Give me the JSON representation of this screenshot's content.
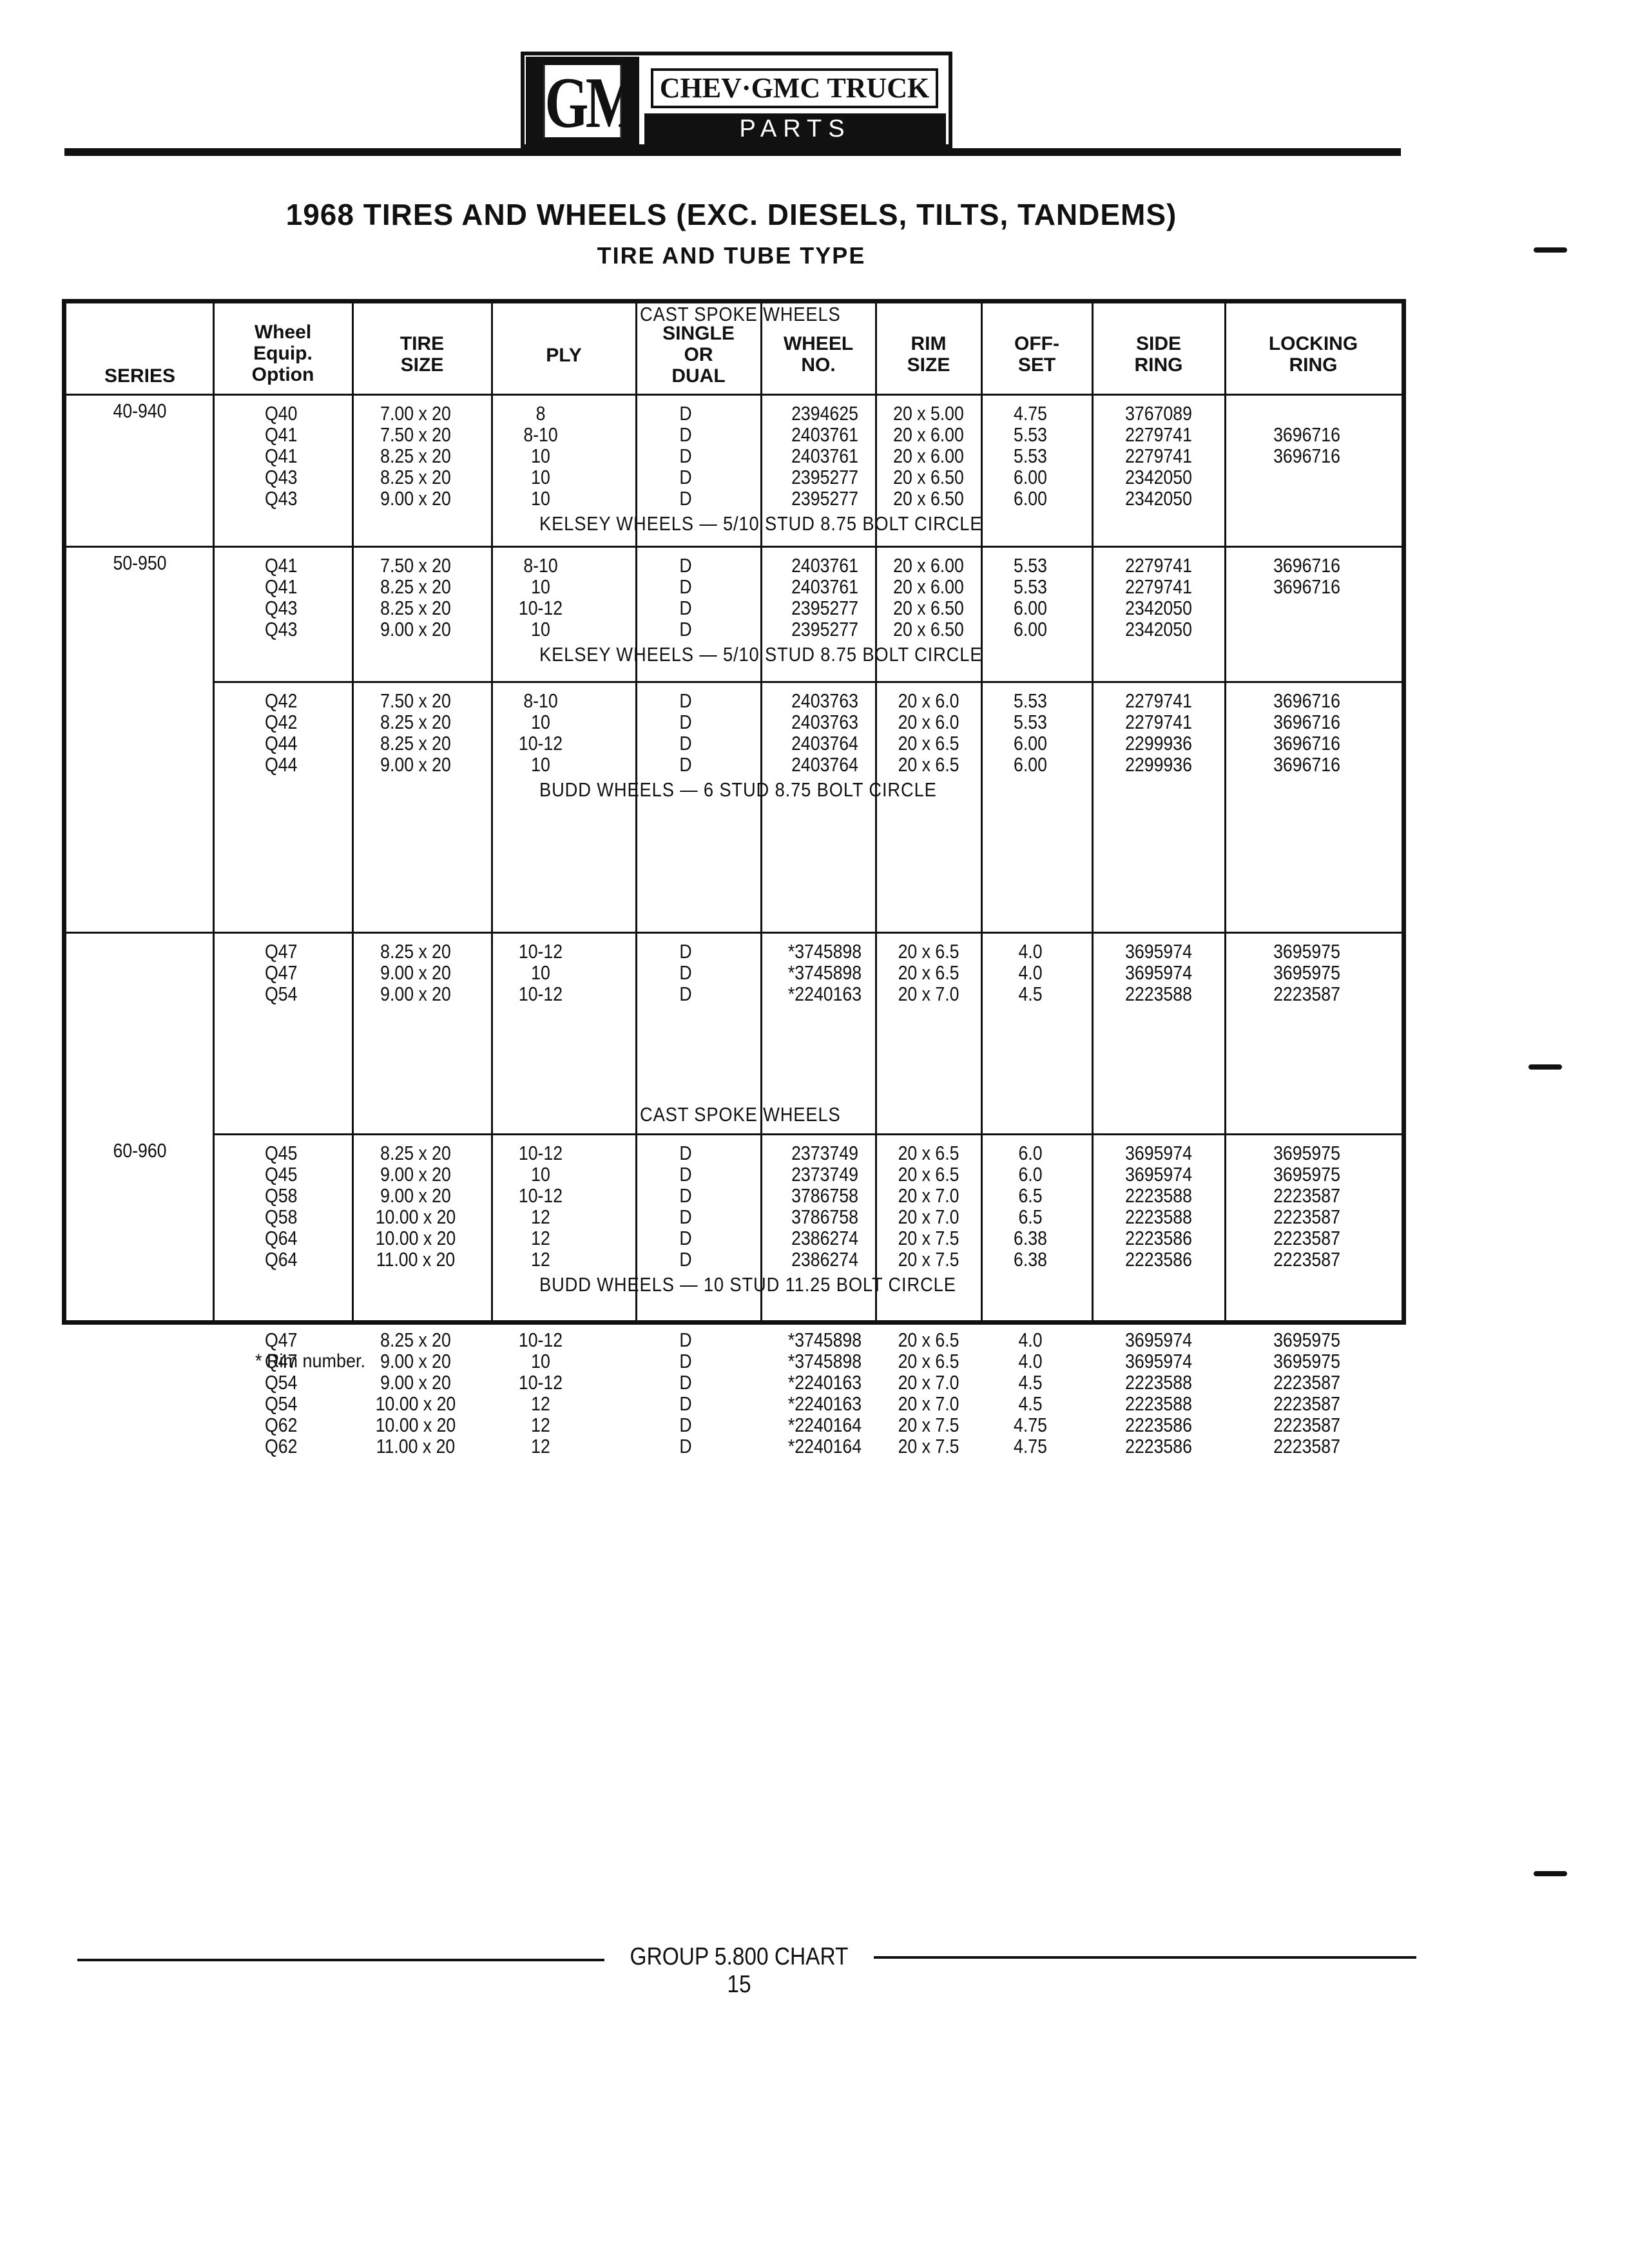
{
  "header": {
    "logo_text": "GM",
    "brand_title": "CHEV·GMC TRUCK",
    "brand_subtitle": "PARTS CATALOGUE"
  },
  "title": "1968 TIRES AND WHEELS (EXC. DIESELS, TILTS, TANDEMS)",
  "subtitle": "TIRE AND TUBE TYPE",
  "table": {
    "headers": [
      "SERIES",
      "Wheel Equip. Option",
      "TIRE SIZE",
      "PLY",
      "SINGLE OR DUAL",
      "WHEEL NO.",
      "RIM SIZE",
      "OFF-SET",
      "SIDE RING",
      "LOCKING RING"
    ],
    "groups": [
      {
        "series": "40-940",
        "rows": [
          [
            "Q40",
            "7.00 x 20",
            "8",
            "D",
            "2394625",
            "20 x 5.00",
            "4.75",
            "3767089",
            ""
          ],
          [
            "Q41",
            "7.50 x 20",
            "8-10",
            "D",
            "2403761",
            "20 x 6.00",
            "5.53",
            "2279741",
            "3696716"
          ],
          [
            "Q41",
            "8.25 x 20",
            "10",
            "D",
            "2403761",
            "20 x 6.00",
            "5.53",
            "2279741",
            "3696716"
          ],
          [
            "Q43",
            "8.25 x 20",
            "10",
            "D",
            "2395277",
            "20 x 6.50",
            "6.00",
            "2342050",
            ""
          ],
          [
            "Q43",
            "9.00 x 20",
            "10",
            "D",
            "2395277",
            "20 x 6.50",
            "6.00",
            "2342050",
            ""
          ]
        ],
        "note": "KELSEY WHEELS — 5/10 STUD 8.75 BOLT CIRCLE"
      },
      {
        "series": "50-950",
        "rows": [
          [
            "Q41",
            "7.50 x 20",
            "8-10",
            "D",
            "2403761",
            "20 x 6.00",
            "5.53",
            "2279741",
            "3696716"
          ],
          [
            "Q41",
            "8.25 x 20",
            "10",
            "D",
            "2403761",
            "20 x 6.00",
            "5.53",
            "2279741",
            "3696716"
          ],
          [
            "Q43",
            "8.25 x 20",
            "10-12",
            "D",
            "2395277",
            "20 x 6.50",
            "6.00",
            "2342050",
            ""
          ],
          [
            "Q43",
            "9.00 x 20",
            "10",
            "D",
            "2395277",
            "20 x 6.50",
            "6.00",
            "2342050",
            ""
          ]
        ],
        "note": "KELSEY WHEELS — 5/10 STUD 8.75 BOLT CIRCLE"
      },
      {
        "series": "",
        "rows": [
          [
            "Q42",
            "7.50 x 20",
            "8-10",
            "D",
            "2403763",
            "20 x 6.0",
            "5.53",
            "2279741",
            "3696716"
          ],
          [
            "Q42",
            "8.25 x 20",
            "10",
            "D",
            "2403763",
            "20 x 6.0",
            "5.53",
            "2279741",
            "3696716"
          ],
          [
            "Q44",
            "8.25 x 20",
            "10-12",
            "D",
            "2403764",
            "20 x 6.5",
            "6.00",
            "2299936",
            "3696716"
          ],
          [
            "Q44",
            "9.00 x 20",
            "10",
            "D",
            "2403764",
            "20 x 6.5",
            "6.00",
            "2299936",
            "3696716"
          ]
        ],
        "note": "BUDD WHEELS — 6 STUD 8.75 BOLT CIRCLE"
      },
      {
        "series": "",
        "rows": [
          [
            "Q47",
            "8.25 x 20",
            "10-12",
            "D",
            "*3745898",
            "20 x 6.5",
            "4.0",
            "3695974",
            "3695975"
          ],
          [
            "Q47",
            "9.00 x 20",
            "10",
            "D",
            "*3745898",
            "20 x 6.5",
            "4.0",
            "3695974",
            "3695975"
          ],
          [
            "Q54",
            "9.00 x 20",
            "10-12",
            "D",
            "*2240163",
            "20 x 7.0",
            "4.5",
            "2223588",
            "2223587"
          ]
        ],
        "note": "CAST SPOKE WHEELS"
      },
      {
        "series": "60-960",
        "rows": [
          [
            "Q45",
            "8.25 x 20",
            "10-12",
            "D",
            "2373749",
            "20 x 6.5",
            "6.0",
            "3695974",
            "3695975"
          ],
          [
            "Q45",
            "9.00 x 20",
            "10",
            "D",
            "2373749",
            "20 x 6.5",
            "6.0",
            "3695974",
            "3695975"
          ],
          [
            "Q58",
            "9.00 x 20",
            "10-12",
            "D",
            "3786758",
            "20 x 7.0",
            "6.5",
            "2223588",
            "2223587"
          ],
          [
            "Q58",
            "10.00 x 20",
            "12",
            "D",
            "3786758",
            "20 x 7.0",
            "6.5",
            "2223588",
            "2223587"
          ],
          [
            "Q64",
            "10.00 x 20",
            "12",
            "D",
            "2386274",
            "20 x 7.5",
            "6.38",
            "2223586",
            "2223587"
          ],
          [
            "Q64",
            "11.00 x 20",
            "12",
            "D",
            "2386274",
            "20 x 7.5",
            "6.38",
            "2223586",
            "2223587"
          ]
        ],
        "note": "BUDD WHEELS — 10 STUD 11.25 BOLT CIRCLE"
      },
      {
        "series": "",
        "rows": [
          [
            "Q47",
            "8.25 x 20",
            "10-12",
            "D",
            "*3745898",
            "20 x 6.5",
            "4.0",
            "3695974",
            "3695975"
          ],
          [
            "Q47",
            "9.00 x 20",
            "10",
            "D",
            "*3745898",
            "20 x 6.5",
            "4.0",
            "3695974",
            "3695975"
          ],
          [
            "Q54",
            "9.00 x 20",
            "10-12",
            "D",
            "*2240163",
            "20 x 7.0",
            "4.5",
            "2223588",
            "2223587"
          ],
          [
            "Q54",
            "10.00 x 20",
            "12",
            "D",
            "*2240163",
            "20 x 7.0",
            "4.5",
            "2223588",
            "2223587"
          ],
          [
            "Q62",
            "10.00 x 20",
            "12",
            "D",
            "*2240164",
            "20 x 7.5",
            "4.75",
            "2223586",
            "2223587"
          ],
          [
            "Q62",
            "11.00 x 20",
            "12",
            "D",
            "*2240164",
            "20 x 7.5",
            "4.75",
            "2223586",
            "2223587"
          ]
        ],
        "note": "CAST SPOKE WHEELS"
      }
    ]
  },
  "footnote": "* Rim number.",
  "footer": "GROUP 5.800 CHART 15"
}
